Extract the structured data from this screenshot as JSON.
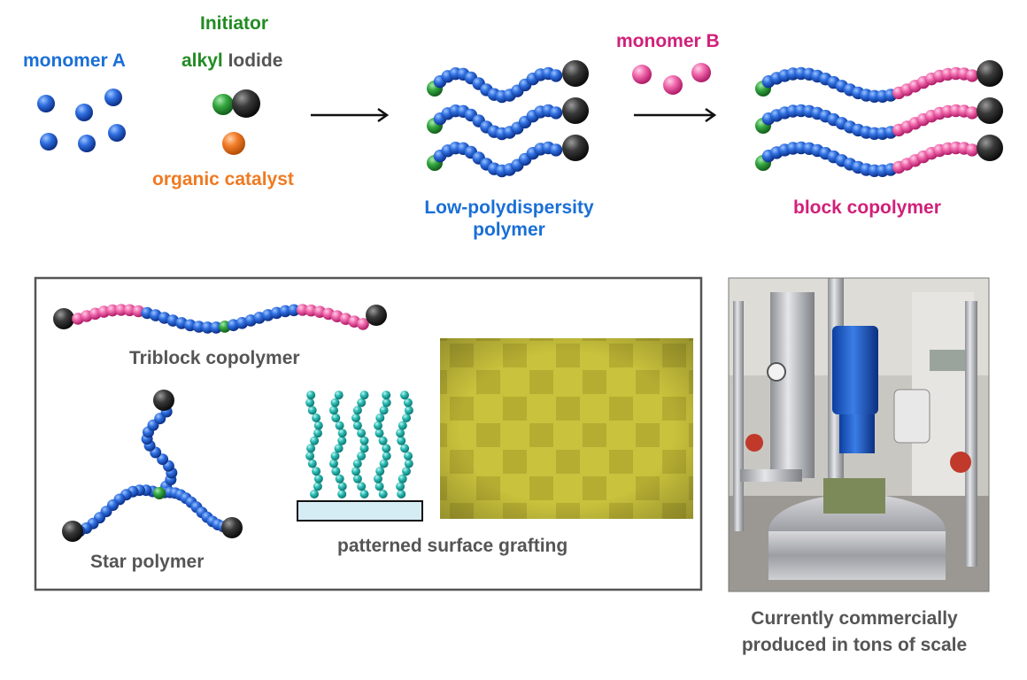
{
  "top": {
    "monomer_a": "monomer A",
    "initiator": "Initiator",
    "alkyl": "alkyl",
    "iodide": "Iodide",
    "organic_catalyst": "organic catalyst",
    "product1_line1": "Low-polydispersity",
    "product1_line2": "polymer",
    "monomer_b": "monomer B",
    "product2": "block copolymer"
  },
  "bottom": {
    "triblock": "Triblock copolymer",
    "star": "Star polymer",
    "grafting": "patterned surface grafting"
  },
  "photo": {
    "caption_line1": "Currently commercially",
    "caption_line2": "produced in tons of scale"
  },
  "colors": {
    "monomer_a": "#1f5fd9",
    "monomer_b": "#f060a8",
    "alkyl": "#2e9e3a",
    "iodide": "#333333",
    "catalyst": "#f07a22",
    "graft_bead": "#2ab8b0",
    "pattern_bg": "#c7c13a"
  }
}
